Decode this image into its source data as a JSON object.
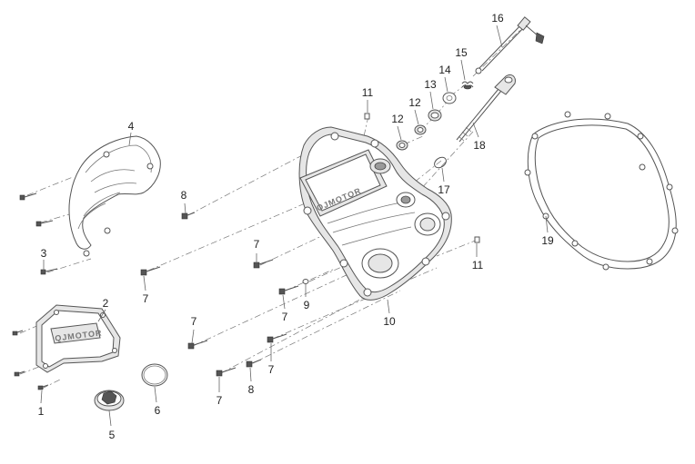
{
  "brand_text": "QJMOTOR",
  "callouts": [
    {
      "id": "c1",
      "text": "1"
    },
    {
      "id": "c2",
      "text": "2"
    },
    {
      "id": "c3",
      "text": "3"
    },
    {
      "id": "c4",
      "text": "4"
    },
    {
      "id": "c5",
      "text": "5"
    },
    {
      "id": "c6",
      "text": "6"
    },
    {
      "id": "c7a",
      "text": "7"
    },
    {
      "id": "c7b",
      "text": "7"
    },
    {
      "id": "c7c",
      "text": "7"
    },
    {
      "id": "c7d",
      "text": "7"
    },
    {
      "id": "c7e",
      "text": "7"
    },
    {
      "id": "c7f",
      "text": "7"
    },
    {
      "id": "c8a",
      "text": "8"
    },
    {
      "id": "c8b",
      "text": "8"
    },
    {
      "id": "c9",
      "text": "9"
    },
    {
      "id": "c10",
      "text": "10"
    },
    {
      "id": "c11a",
      "text": "11"
    },
    {
      "id": "c11b",
      "text": "11"
    },
    {
      "id": "c12a",
      "text": "12"
    },
    {
      "id": "c12b",
      "text": "12"
    },
    {
      "id": "c13",
      "text": "13"
    },
    {
      "id": "c14",
      "text": "14"
    },
    {
      "id": "c15",
      "text": "15"
    },
    {
      "id": "c16",
      "text": "16"
    },
    {
      "id": "c17",
      "text": "17"
    },
    {
      "id": "c18",
      "text": "18"
    },
    {
      "id": "c19",
      "text": "19"
    }
  ]
}
